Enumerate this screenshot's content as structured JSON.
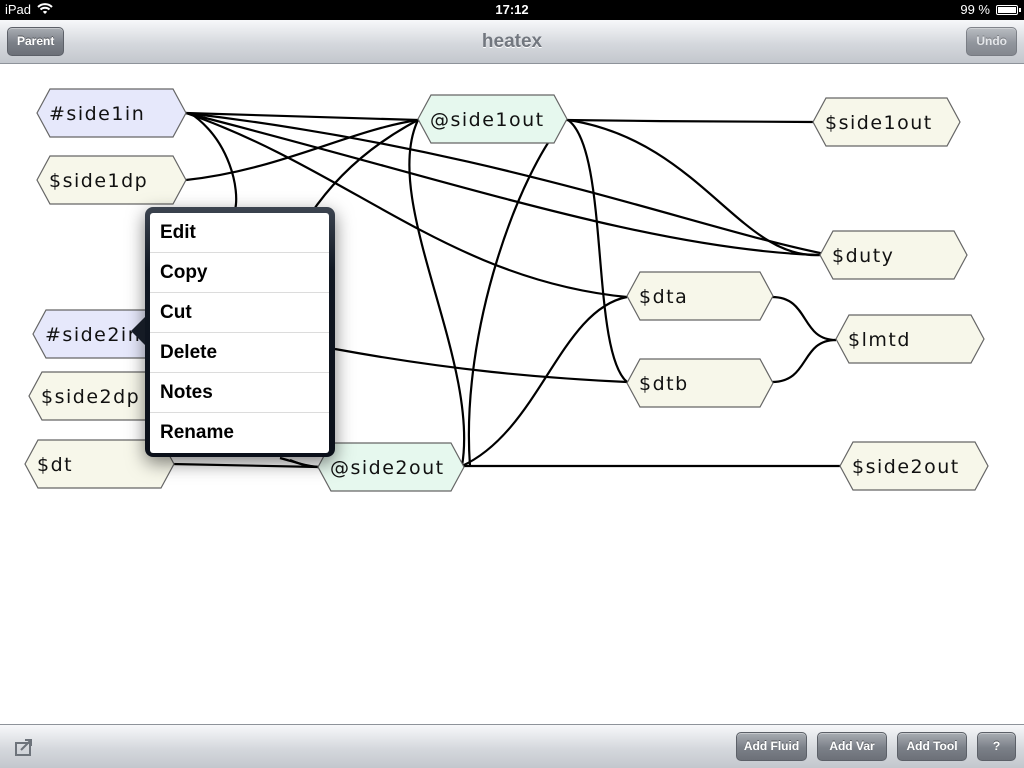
{
  "status_bar": {
    "carrier": "iPad",
    "time": "17:12",
    "battery_percent": "99 %",
    "battery_level": 0.99,
    "wifi_icon": "wifi-icon",
    "battery_icon": "battery-icon"
  },
  "nav_bar": {
    "title": "heatex",
    "parent_label": "Parent",
    "undo_label": "Undo"
  },
  "nodes": [
    {
      "id": "side1in",
      "label": "#side1in",
      "kind": "input"
    },
    {
      "id": "side1dp",
      "label": "$side1dp",
      "kind": "var"
    },
    {
      "id": "side2in",
      "label": "#side2in",
      "kind": "input"
    },
    {
      "id": "side2dp",
      "label": "$side2dp",
      "kind": "var"
    },
    {
      "id": "dt",
      "label": "$dt",
      "kind": "var"
    },
    {
      "id": "at_side1out",
      "label": "@side1out",
      "kind": "output"
    },
    {
      "id": "at_side2out",
      "label": "@side2out",
      "kind": "output"
    },
    {
      "id": "dta",
      "label": "$dta",
      "kind": "var"
    },
    {
      "id": "dtb",
      "label": "$dtb",
      "kind": "var"
    },
    {
      "id": "side1out",
      "label": "$side1out",
      "kind": "var"
    },
    {
      "id": "duty",
      "label": "$duty",
      "kind": "var"
    },
    {
      "id": "lmtd",
      "label": "$lmtd",
      "kind": "var"
    },
    {
      "id": "side2out",
      "label": "$side2out",
      "kind": "var"
    }
  ],
  "node_colors": {
    "input": "#e6e8fb",
    "var": "#f7f7ea",
    "output": "#e6f8ee",
    "stroke": "#666666",
    "edge": "#000000"
  },
  "context_menu": {
    "items": [
      "Edit",
      "Copy",
      "Cut",
      "Delete",
      "Notes",
      "Rename"
    ]
  },
  "toolbar": {
    "add_fluid": "Add Fluid",
    "add_var": "Add Var",
    "add_tool": "Add Tool",
    "help": "?",
    "export_icon": "export-icon"
  }
}
